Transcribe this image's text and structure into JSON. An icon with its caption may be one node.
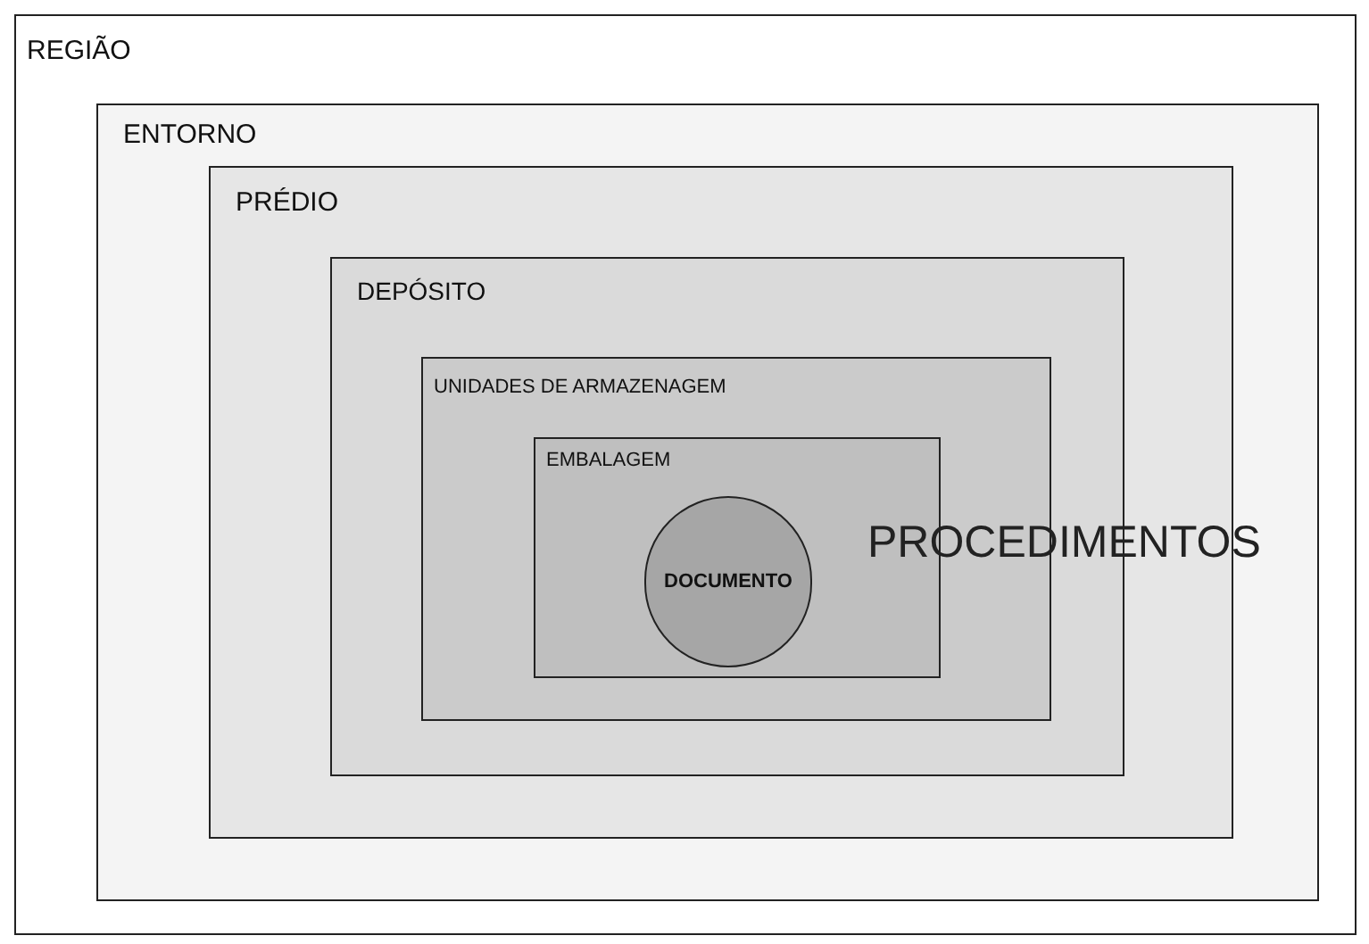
{
  "diagram": {
    "nodes": [
      {
        "text": [
          "REGIÃO"
        ]
      },
      {
        "text": [
          "ENTORNO"
        ],
        "in": 0
      },
      {
        "text": [
          "PRÉDIO"
        ],
        "in": 1
      },
      {
        "text": [
          "DEPÓSITO"
        ],
        "in": 2
      },
      {
        "text": [
          "UNIDADES DE ARMAZENAGEM"
        ],
        "in": 3
      },
      {
        "text": [
          "EMBALAGEM"
        ],
        "in": 4
      },
      {
        "text": [
          "DOCUMENTO"
        ],
        "in": 5
      }
    ],
    "labels": [
      "PROCEDIMENTOS"
    ]
  }
}
